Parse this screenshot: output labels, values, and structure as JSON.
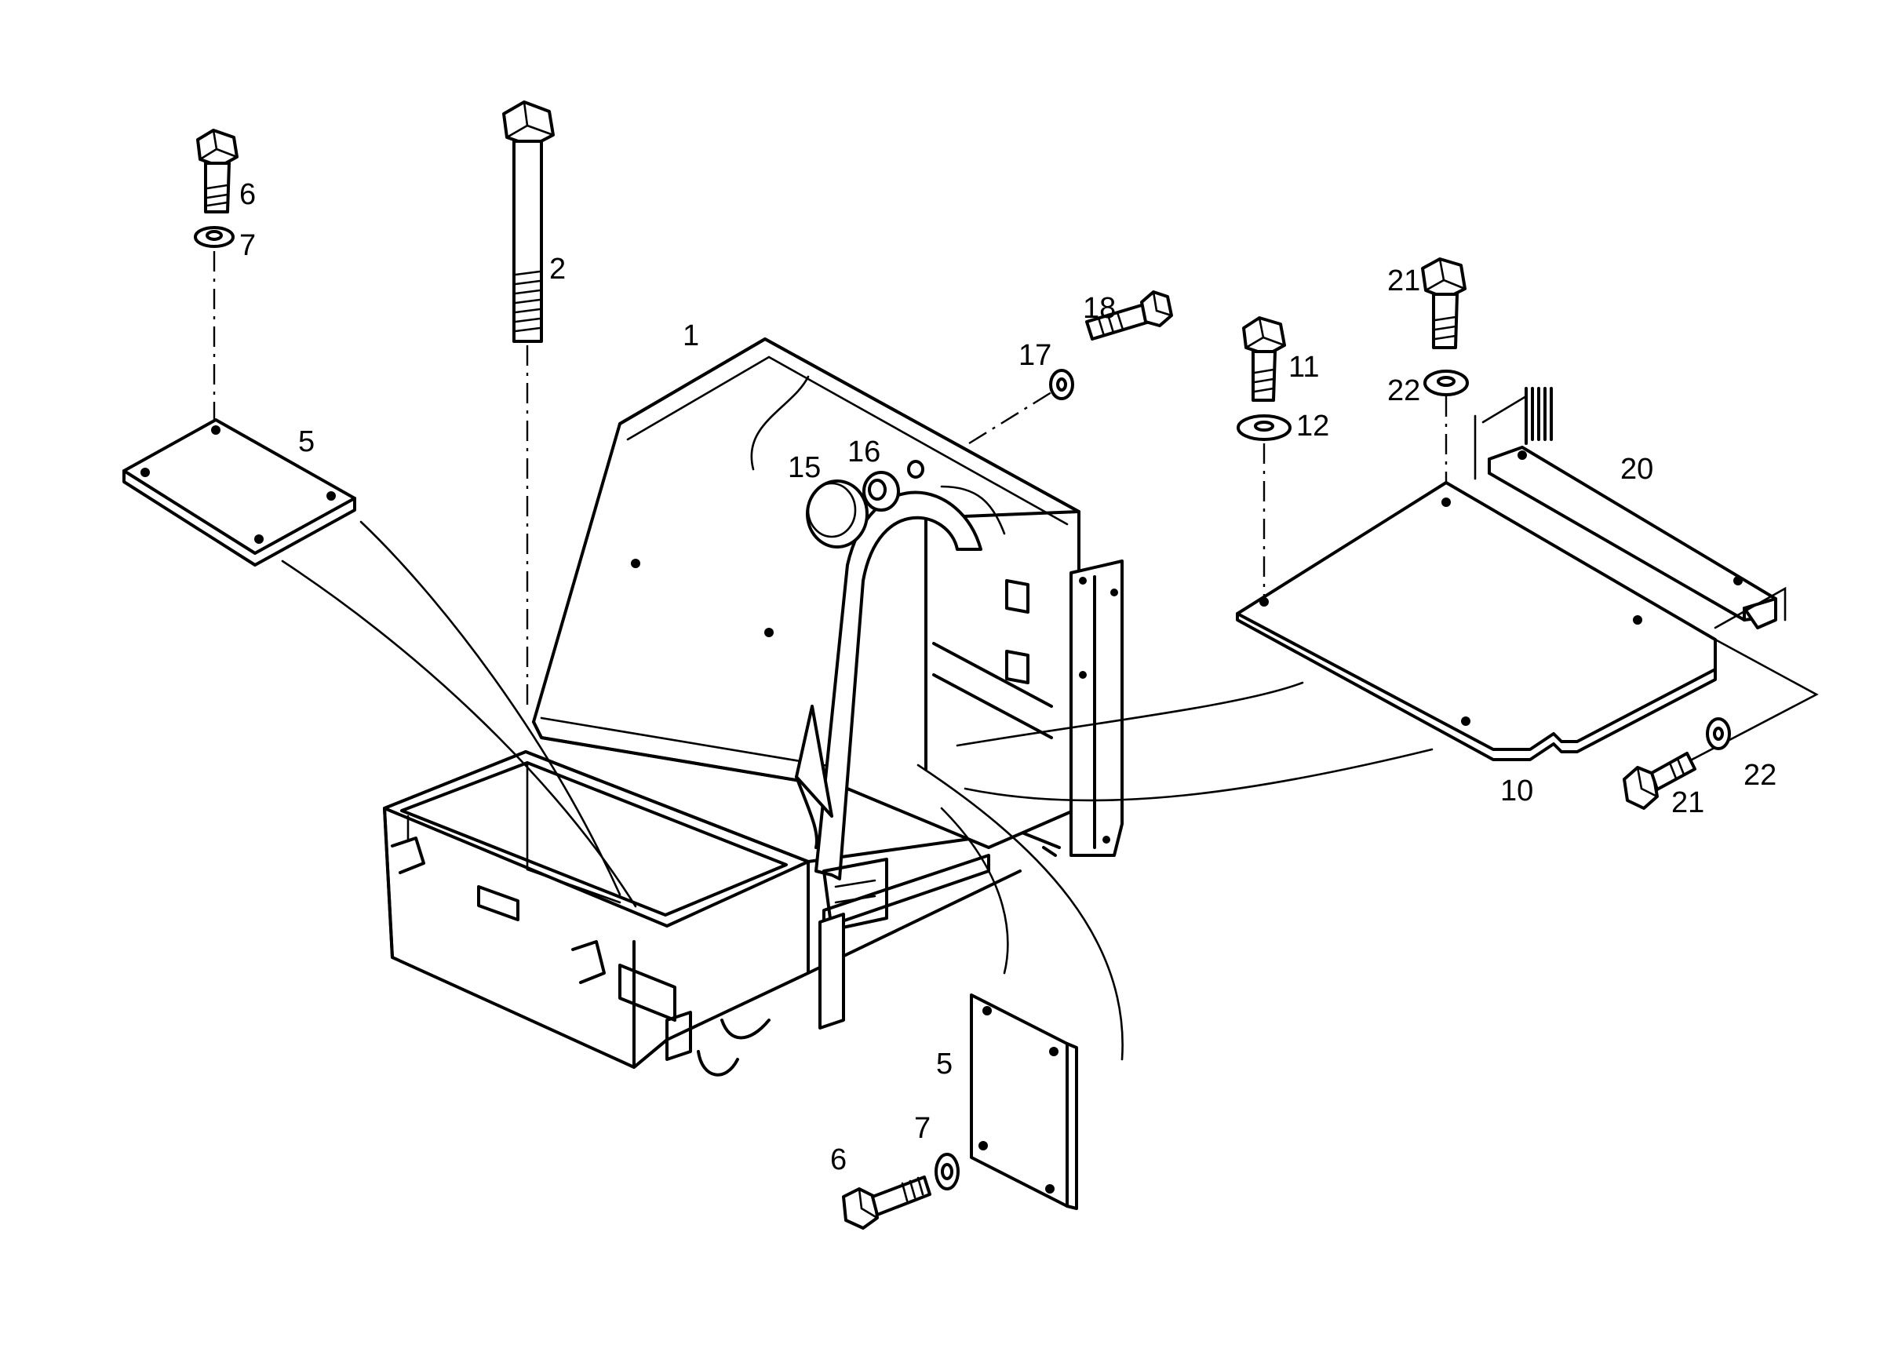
{
  "callouts": {
    "c1": "1",
    "c2": "2",
    "c5a": "5",
    "c5b": "5",
    "c6a": "6",
    "c6b": "6",
    "c7a": "7",
    "c7b": "7",
    "c10": "10",
    "c11": "11",
    "c12": "12",
    "c15": "15",
    "c16": "16",
    "c17": "17",
    "c18": "18",
    "c20": "20",
    "c21a": "21",
    "c21b": "21",
    "c22a": "22",
    "c22b": "22"
  }
}
